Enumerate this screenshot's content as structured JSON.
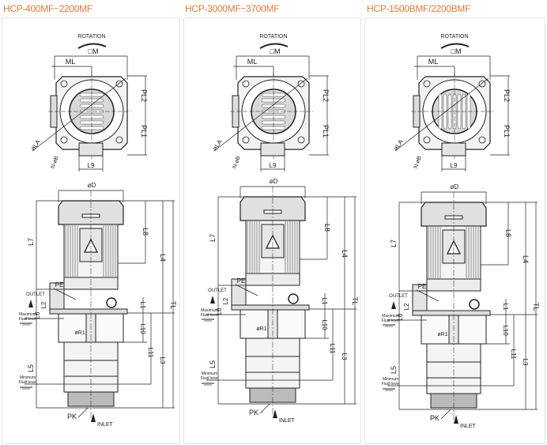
{
  "panels": [
    {
      "title": "HCP-400MF~2200MF"
    },
    {
      "title": "HCP-3000MF~3700MF"
    },
    {
      "title": "HCP-1500BMF/2200BMF"
    }
  ],
  "labels": {
    "rotation": "ROTATION",
    "m": "□M",
    "ml": "ML",
    "pl2": "PL2",
    "pl1": "PL1",
    "la": "øLA",
    "nb": "N-øB",
    "l9": "L9",
    "d": "øD",
    "l7": "L7",
    "l8": "L8",
    "l4": "L4",
    "tl": "TL",
    "pe": "PE",
    "outlet": "OUTLET",
    "l2": "L2",
    "l6": "L6",
    "max1": "Maximum",
    "max2": "Fluid level",
    "l1": "L1",
    "r1": "øR1",
    "l10": "L10",
    "l11": "L11",
    "l3": "L3",
    "l5": "L5",
    "min1": "Minimum",
    "min2": "Fluid level",
    "pk": "PK",
    "inlet": "INLET"
  },
  "colors": {
    "title": "#e07a3a",
    "line": "#222222",
    "fill": "#e6e6e6"
  }
}
